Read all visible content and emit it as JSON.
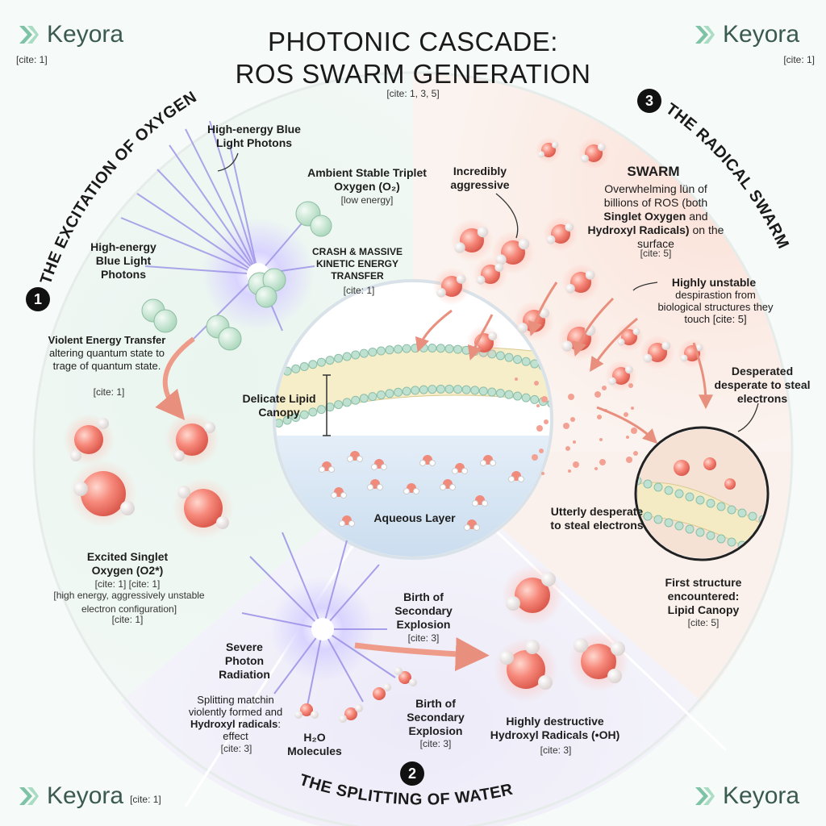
{
  "title_line1": "PHOTONIC CASCADE:",
  "title_line2": "ROS SWARM GENERATION",
  "title_cite": "[cite: 1, 3, 5]",
  "logos": {
    "brand": "Keyora",
    "top_left_cite": "[cite: 1]",
    "top_right_cite": "[cite: 1]",
    "bottom_left_cite": "[cite: 1]"
  },
  "sections": {
    "s1_number": "1",
    "s1_title": "THE EXCITATION OF OXYGEN",
    "s2_number": "2",
    "s2_title": "THE SPLITTING OF WATER",
    "s3_number": "3",
    "s3_title": "THE RADICAL SWARM"
  },
  "labels": {
    "photons_top": "High-energy Blue Light Photons",
    "photons_left": "High-energy Blue Light Photons",
    "ambient_o2_title": "Ambient Stable Triplet Oxygen (O₂)",
    "ambient_o2_note": "[low energy]",
    "crash_transfer": "CRASH & MASSIVE KINETIC ENERGY TRANSFER",
    "crash_cite": "[cite: 1]",
    "violent_bold": "Violent Energy Transfer",
    "violent_rest": "altering quantum state to trage of quantum state.",
    "violent_cite": "[cite: 1]",
    "excited_title": "Excited Singlet Oxygen (O2*)",
    "excited_cites": "[cite: 1] [cite: 1]",
    "excited_note": "[high energy, aggressively unstable electron configuration]",
    "excited_cite2": "[cite: 1]",
    "aggressive": "Incredibly aggressive",
    "swarm_title": "SWARM",
    "swarm_text_a": "Overwhelming lün of billions of ROS (both",
    "swarm_text_b": "Singlet Oxygen",
    "swarm_text_c": "and",
    "swarm_text_d": "Hydroxyl Radicals)",
    "swarm_text_e": "on the surface",
    "swarm_cite": "[cite: 5]",
    "unstable_title": "Highly unstable",
    "unstable_text": "despirastion from biological structures they touch [cite: 5]",
    "desperated": "Desperated desperate to steal electrons",
    "utterly": "Utterly desperate to steal electrons",
    "lipid_canopy": "Delicate Lipid Canopy",
    "aqueous": "Aqueous Layer",
    "first_structure": "First structure encountered: Lipid Canopy",
    "first_cite": "[cite: 5]",
    "birth_top": "Birth of Secondary Explosion",
    "birth_top_cite": "[cite: 3]",
    "birth_bottom": "Birth of Secondary Explosion",
    "birth_bottom_cite": "[cite: 3]",
    "severe": "Severe Photon Radiation",
    "splitting_a": "Splitting matchin violently formed and",
    "splitting_b": "Hydroxyl radicals",
    "splitting_c": ": effect",
    "splitting_cite": "[cite: 3]",
    "h2o": "H₂O Molecules",
    "hydroxyl": "Highly destructive Hydroxyl Radicals (•OH)",
    "hydroxyl_cite": "[cite: 3]"
  },
  "colors": {
    "accent_green": "#6fb59a",
    "ros_red": "#f07a6a",
    "photon_purple": "#8c82e0",
    "arrow_salmon": "#ee9b8a"
  }
}
